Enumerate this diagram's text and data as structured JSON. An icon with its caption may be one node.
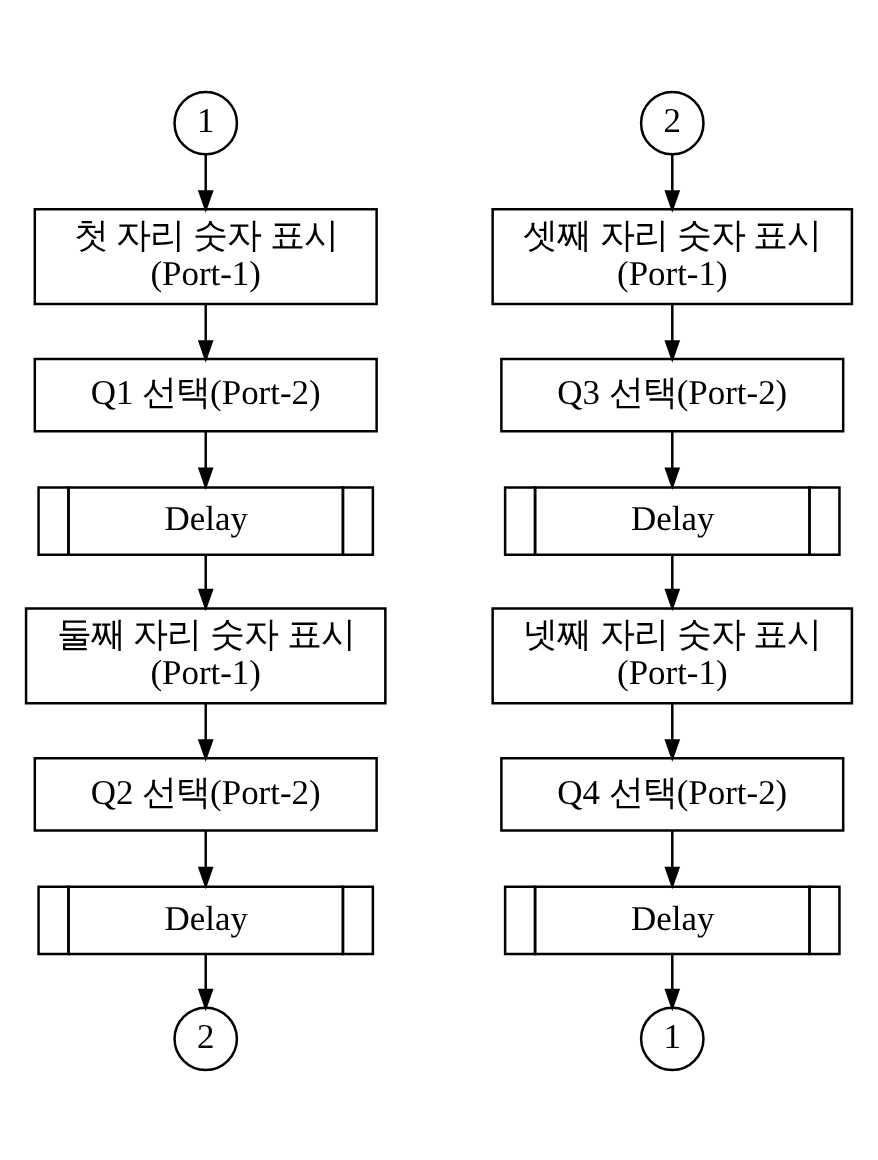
{
  "diagram": {
    "nodes": [
      {
        "text": [
          "1"
        ]
      },
      {
        "text": [
          "첫 자리 숫자 표시 (Port-1)"
        ]
      },
      {
        "text": [
          "Q1 선택(Port-2)"
        ]
      },
      {
        "text": [
          "Delay"
        ]
      },
      {
        "text": [
          "둘째 자리 숫자 표시 (Port-1)"
        ]
      },
      {
        "text": [
          "Q2 선택(Port-2)"
        ]
      },
      {
        "text": [
          "Delay"
        ]
      },
      {
        "text": [
          "2"
        ]
      },
      {
        "text": [
          "2"
        ]
      },
      {
        "text": [
          "셋째 자리 숫자 표시 (Port-1)"
        ]
      },
      {
        "text": [
          "Q3 선택(Port-2)"
        ]
      },
      {
        "text": [
          "Delay"
        ]
      },
      {
        "text": [
          "넷째 자리 숫자 표시 (Port-1)"
        ]
      },
      {
        "text": [
          "Q4 선택(Port-2)"
        ]
      },
      {
        "text": [
          "Delay"
        ]
      },
      {
        "text": [
          "1"
        ]
      }
    ],
    "edges": [
      {
        "from": 0,
        "to": 1,
        "arrow": "to"
      },
      {
        "from": 1,
        "to": 2,
        "arrow": "to"
      },
      {
        "from": 2,
        "to": 3,
        "arrow": "to"
      },
      {
        "from": 3,
        "to": 4,
        "arrow": "to"
      },
      {
        "from": 4,
        "to": 5,
        "arrow": "to"
      },
      {
        "from": 5,
        "to": 6,
        "arrow": "to"
      },
      {
        "from": 6,
        "to": 7,
        "arrow": "to"
      },
      {
        "from": 8,
        "to": 9,
        "arrow": "to"
      },
      {
        "from": 9,
        "to": 10,
        "arrow": "to"
      },
      {
        "from": 10,
        "to": 11,
        "arrow": "to"
      },
      {
        "from": 11,
        "to": 12,
        "arrow": "to"
      },
      {
        "from": 12,
        "to": 13,
        "arrow": "to"
      },
      {
        "from": 13,
        "to": 14,
        "arrow": "to"
      },
      {
        "from": 14,
        "to": 15,
        "arrow": "to"
      }
    ]
  }
}
